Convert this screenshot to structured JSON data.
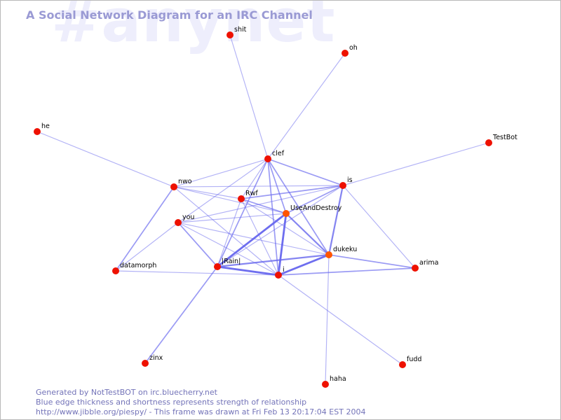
{
  "watermark": "#anynet",
  "title": "A Social Network Diagram for an IRC Channel",
  "colors": {
    "background": "#ffffff",
    "edge": "#6666ee",
    "node": "#ee1100",
    "node_active": "#ff5500",
    "title": "#9a9ad4",
    "footer": "#7373b8",
    "watermark": "#eeeefc"
  },
  "footer": {
    "line1": "Generated by NotTestBOT on irc.bluecherry.net",
    "line2": "Blue edge thickness and shortness represents strength of relationship",
    "line3": "http://www.jibble.org/piespy/ - This frame was drawn at Fri Feb 13 20:17:04 EST 2004"
  },
  "nodes": [
    {
      "id": "shit",
      "label": "shit"
    },
    {
      "id": "oh",
      "label": "oh"
    },
    {
      "id": "he",
      "label": "he"
    },
    {
      "id": "TestBot",
      "label": "TestBot"
    },
    {
      "id": "clef",
      "label": "clef"
    },
    {
      "id": "nwo",
      "label": "nwo"
    },
    {
      "id": "is",
      "label": "is"
    },
    {
      "id": "Rwf",
      "label": "Rwf"
    },
    {
      "id": "UseAndDestroy",
      "label": "UseAndDestroy",
      "active": true
    },
    {
      "id": "you",
      "label": "you"
    },
    {
      "id": "dukeku",
      "label": "dukeku",
      "active": true
    },
    {
      "id": "arima",
      "label": "arima"
    },
    {
      "id": "datamorph",
      "label": "datamorph"
    },
    {
      "id": "Rain",
      "label": "|Rain|"
    },
    {
      "id": "i",
      "label": "i"
    },
    {
      "id": "zinx",
      "label": "zinx"
    },
    {
      "id": "fudd",
      "label": "fudd"
    },
    {
      "id": "haha",
      "label": "haha"
    }
  ],
  "edges": [
    {
      "source": "shit",
      "target": "clef",
      "weight": 1
    },
    {
      "source": "oh",
      "target": "clef",
      "weight": 1
    },
    {
      "source": "he",
      "target": "nwo",
      "weight": 1
    },
    {
      "source": "TestBot",
      "target": "is",
      "weight": 1
    },
    {
      "source": "clef",
      "target": "nwo",
      "weight": 1
    },
    {
      "source": "clef",
      "target": "is",
      "weight": 2
    },
    {
      "source": "clef",
      "target": "Rwf",
      "weight": 1
    },
    {
      "source": "clef",
      "target": "UseAndDestroy",
      "weight": 2
    },
    {
      "source": "clef",
      "target": "you",
      "weight": 1
    },
    {
      "source": "clef",
      "target": "dukeku",
      "weight": 2
    },
    {
      "source": "clef",
      "target": "Rain",
      "weight": 2
    },
    {
      "source": "clef",
      "target": "i",
      "weight": 2
    },
    {
      "source": "nwo",
      "target": "is",
      "weight": 1
    },
    {
      "source": "nwo",
      "target": "Rwf",
      "weight": 1
    },
    {
      "source": "nwo",
      "target": "datamorph",
      "weight": 2
    },
    {
      "source": "nwo",
      "target": "i",
      "weight": 1
    },
    {
      "source": "nwo",
      "target": "UseAndDestroy",
      "weight": 1
    },
    {
      "source": "is",
      "target": "Rwf",
      "weight": 2
    },
    {
      "source": "is",
      "target": "UseAndDestroy",
      "weight": 2
    },
    {
      "source": "is",
      "target": "dukeku",
      "weight": 3
    },
    {
      "source": "is",
      "target": "arima",
      "weight": 1
    },
    {
      "source": "is",
      "target": "you",
      "weight": 1
    },
    {
      "source": "is",
      "target": "Rain",
      "weight": 1
    },
    {
      "source": "Rwf",
      "target": "UseAndDestroy",
      "weight": 2
    },
    {
      "source": "Rwf",
      "target": "dukeku",
      "weight": 1
    },
    {
      "source": "Rwf",
      "target": "i",
      "weight": 1
    },
    {
      "source": "Rwf",
      "target": "Rain",
      "weight": 1
    },
    {
      "source": "UseAndDestroy",
      "target": "you",
      "weight": 1
    },
    {
      "source": "UseAndDestroy",
      "target": "dukeku",
      "weight": 3
    },
    {
      "source": "UseAndDestroy",
      "target": "Rain",
      "weight": 4
    },
    {
      "source": "UseAndDestroy",
      "target": "i",
      "weight": 4
    },
    {
      "source": "you",
      "target": "Rain",
      "weight": 2
    },
    {
      "source": "you",
      "target": "datamorph",
      "weight": 1
    },
    {
      "source": "you",
      "target": "dukeku",
      "weight": 1
    },
    {
      "source": "you",
      "target": "i",
      "weight": 1
    },
    {
      "source": "dukeku",
      "target": "Rain",
      "weight": 3
    },
    {
      "source": "dukeku",
      "target": "i",
      "weight": 4
    },
    {
      "source": "dukeku",
      "target": "arima",
      "weight": 2
    },
    {
      "source": "dukeku",
      "target": "haha",
      "weight": 1
    },
    {
      "source": "Rain",
      "target": "i",
      "weight": 4
    },
    {
      "source": "Rain",
      "target": "zinx",
      "weight": 2
    },
    {
      "source": "datamorph",
      "target": "i",
      "weight": 1
    },
    {
      "source": "i",
      "target": "arima",
      "weight": 2
    },
    {
      "source": "i",
      "target": "fudd",
      "weight": 1
    }
  ]
}
